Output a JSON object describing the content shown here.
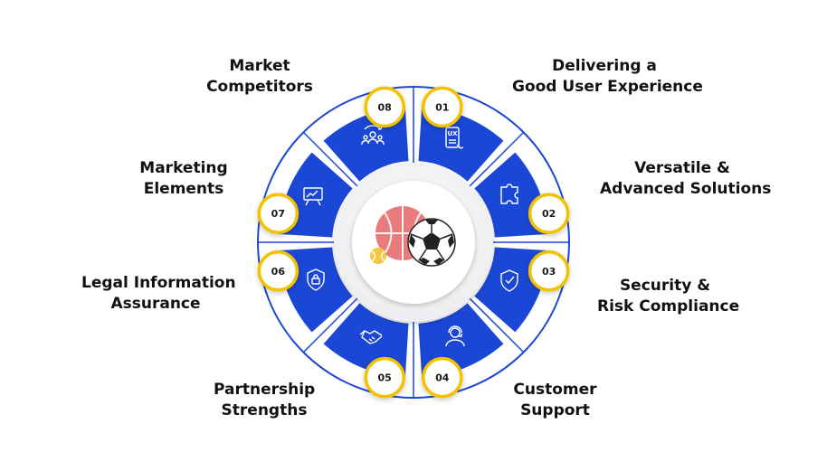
{
  "steps": [
    {
      "number": "01",
      "line1": "Delivering a",
      "line2": "Good User Experience",
      "icon": "ux-phone-icon"
    },
    {
      "number": "02",
      "line1": "Versatile &",
      "line2": "Advanced Solutions",
      "icon": "puzzle-piece-icon"
    },
    {
      "number": "03",
      "line1": "Security &",
      "line2": "Risk Compliance",
      "icon": "shield-check-icon"
    },
    {
      "number": "04",
      "line1": "Customer",
      "line2": "Support",
      "icon": "headset-agent-icon"
    },
    {
      "number": "05",
      "line1": "Partnership",
      "line2": "Strengths",
      "icon": "handshake-icon"
    },
    {
      "number": "06",
      "line1": "Legal Information",
      "line2": "Assurance",
      "icon": "shield-lock-icon"
    },
    {
      "number": "07",
      "line1": "Marketing",
      "line2": "Elements",
      "icon": "chart-board-icon"
    },
    {
      "number": "08",
      "line1": "Market",
      "line2": "Competitors",
      "icon": "competitors-group-icon"
    }
  ],
  "center": {
    "icon": "sports-balls-icon"
  },
  "colors": {
    "segment": "#1b47d6",
    "ring": "#1b47d6",
    "badge_border": "#f2c200",
    "basketball": "#e87b7b",
    "tennis_ball": "#f5c843"
  }
}
